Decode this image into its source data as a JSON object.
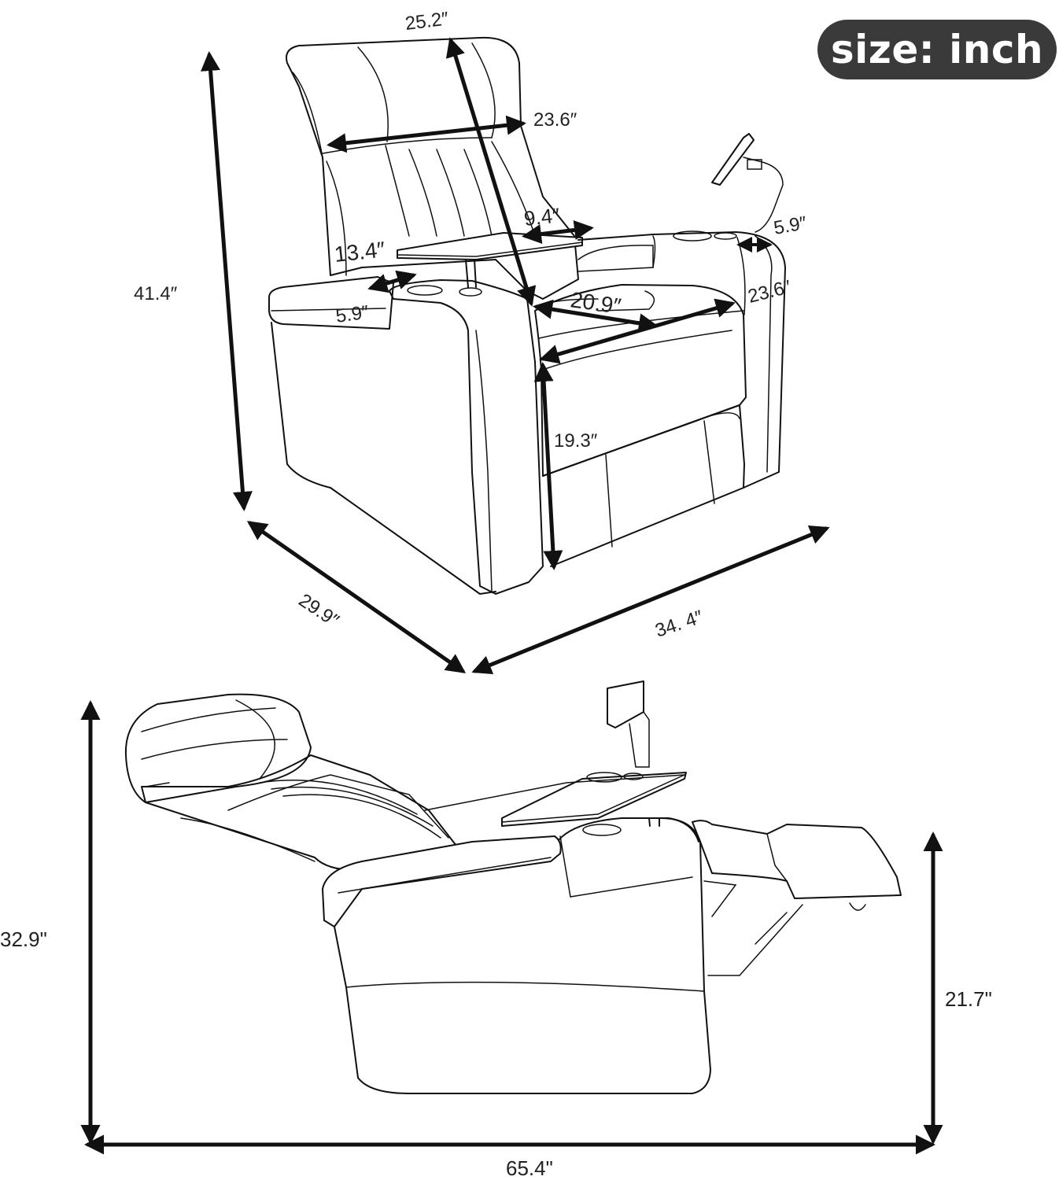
{
  "unit_badge": "size: inch",
  "upright_view": {
    "dimensions": {
      "back_top_width": "25.2″",
      "headrest_width": "23.6″",
      "overall_height": "41.4″",
      "tray_length": "13.4″",
      "tray_depth": "9.4″",
      "left_arm_width": "5.9″",
      "right_arm_width": "5.9″",
      "seat_depth": "20.9″",
      "seat_width": "23.6″",
      "seat_height": "19.3″",
      "overall_depth": "29.9″",
      "overall_width": "34. 4″"
    }
  },
  "reclined_view": {
    "dimensions": {
      "reclined_height": "32.9\"",
      "footrest_height": "21.7\"",
      "reclined_length": "65.4\""
    }
  }
}
